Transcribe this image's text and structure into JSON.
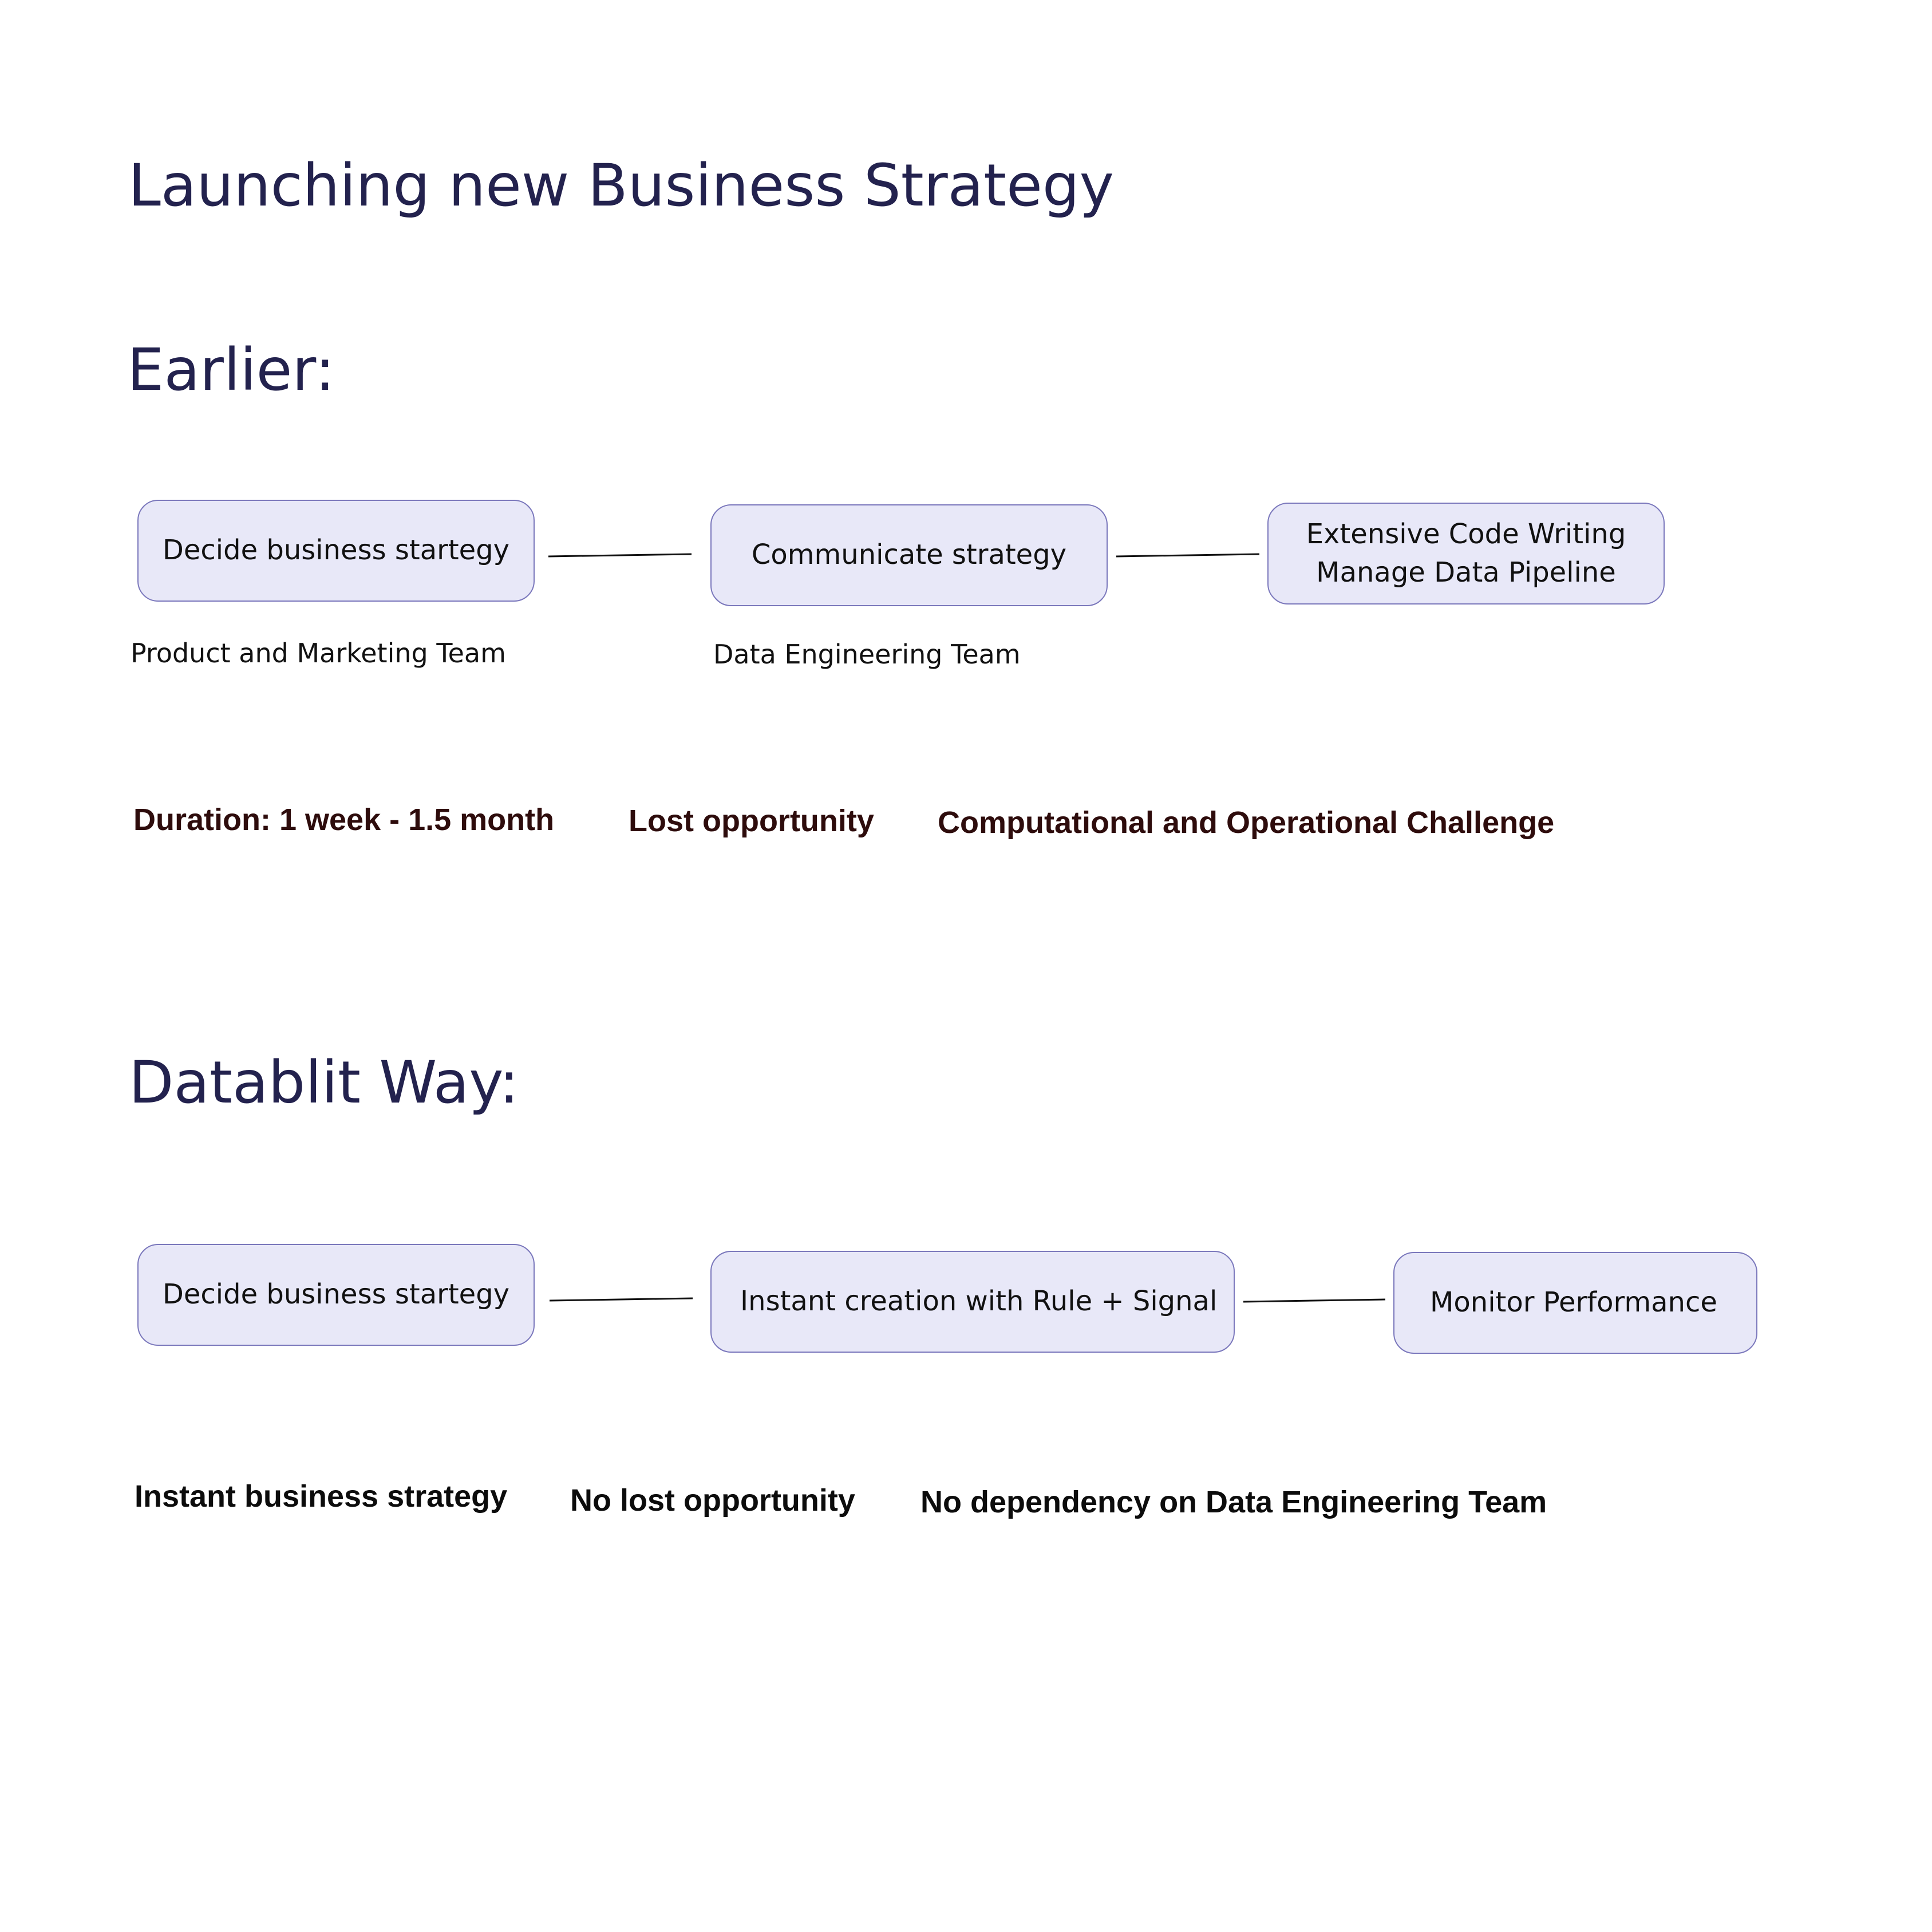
{
  "title": "Launching new Business Strategy",
  "earlier": {
    "heading": "Earlier:",
    "nodes": [
      {
        "lines": [
          "Decide business startegy"
        ]
      },
      {
        "lines": [
          "Communicate strategy"
        ]
      },
      {
        "lines": [
          "Extensive Code Writing",
          "Manage Data Pipeline"
        ]
      }
    ],
    "teams": [
      "Product and Marketing Team",
      "Data Engineering Team"
    ],
    "outcomes": [
      "Duration: 1 week - 1.5 month",
      "Lost opportunity",
      "Computational and Operational Challenge"
    ],
    "text_color": "#2e0c0c"
  },
  "datablit": {
    "heading": "Datablit Way:",
    "nodes": [
      {
        "lines": [
          "Decide business startegy"
        ]
      },
      {
        "lines": [
          "Instant creation with Rule + Signal"
        ]
      },
      {
        "lines": [
          "Monitor Performance"
        ]
      }
    ],
    "outcomes": [
      "Instant business strategy",
      "No lost opportunity",
      "No dependency on Data Engineering Team"
    ],
    "text_color": "#0c0c0c"
  },
  "colors": {
    "heading": "#23224e",
    "node_fill": "#e8e8f8",
    "node_border": "#7b78bc",
    "connector": "#111111"
  }
}
